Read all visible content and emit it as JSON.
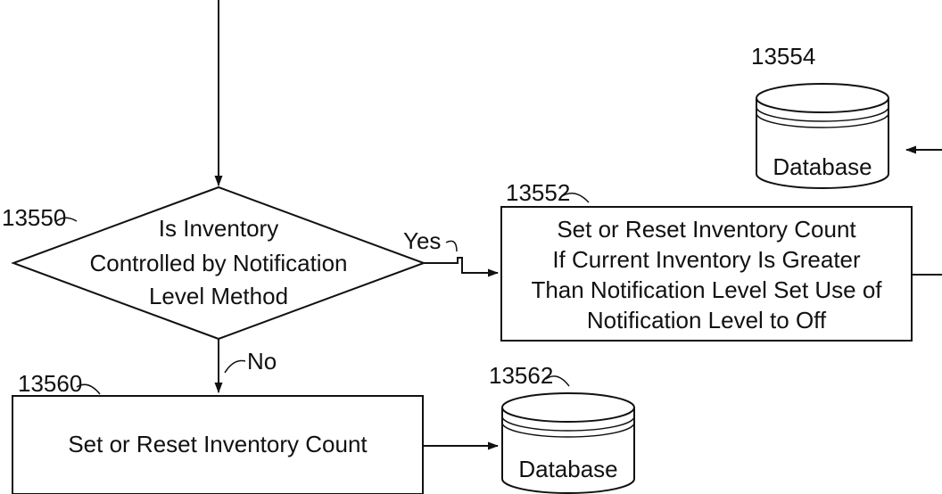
{
  "decision": {
    "ref": "13550",
    "lines": [
      "Is Inventory",
      "Controlled by Notification",
      "Level Method"
    ]
  },
  "yes_label": "Yes",
  "no_label": "No",
  "process_right": {
    "ref": "13552",
    "lines": [
      "Set or Reset Inventory Count",
      "If Current Inventory Is Greater",
      "Than Notification Level Set Use of",
      "Notification Level to Off"
    ]
  },
  "process_bottom": {
    "ref": "13560",
    "label": "Set or Reset Inventory Count"
  },
  "database_top": {
    "ref": "13554",
    "label": "Database"
  },
  "database_bottom": {
    "ref": "13562",
    "label": "Database"
  },
  "colors": {
    "ink": "#111111",
    "background": "#ffffff"
  }
}
